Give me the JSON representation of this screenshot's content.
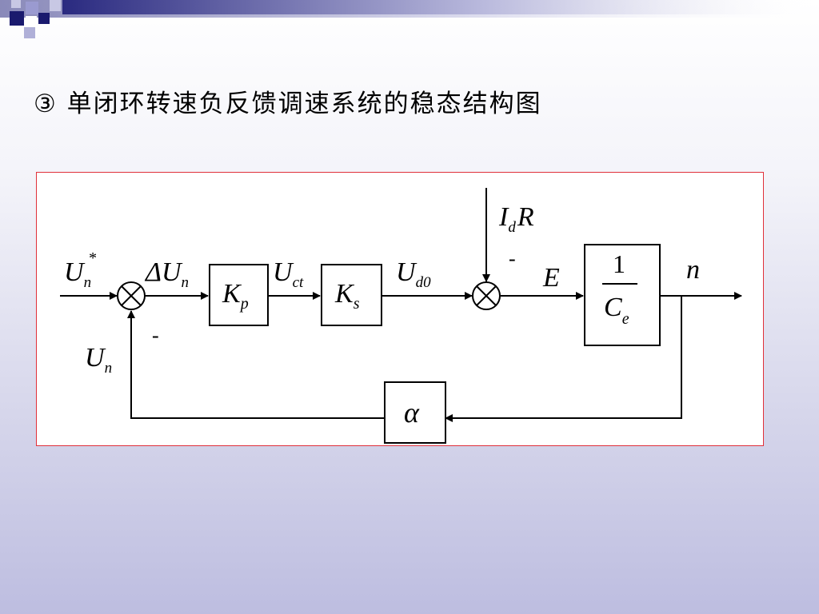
{
  "slide": {
    "title": "③ 单闭环转速负反馈调速系统的稳态结构图"
  },
  "diagram": {
    "blocks": [
      {
        "id": "kp",
        "symbol": "K",
        "sub": "p"
      },
      {
        "id": "ks",
        "symbol": "K",
        "sub": "s"
      },
      {
        "id": "ce",
        "numerator": "1",
        "symbol": "C",
        "sub": "e"
      },
      {
        "id": "alpha",
        "symbol": "α"
      }
    ],
    "signals": {
      "un_star": {
        "symbol": "U",
        "sub": "n",
        "sup": "*"
      },
      "delta_un": {
        "symbol": "ΔU",
        "sub": "n"
      },
      "uct": {
        "symbol": "U",
        "sub": "ct"
      },
      "ud0": {
        "symbol": "U",
        "sub": "d0"
      },
      "idr": {
        "symbol": "I",
        "sub": "d",
        "tail": "R"
      },
      "e": {
        "symbol": "E"
      },
      "n": {
        "symbol": "n"
      },
      "un": {
        "symbol": "U",
        "sub": "n"
      }
    },
    "signs": {
      "feedback_minus": "-",
      "disturbance_minus": "-"
    }
  },
  "colors": {
    "panel_border": "#e0303a",
    "deco_dark": "#1a1a6e",
    "deco_light": "#9a9ad0",
    "bg_bottom": "#bdbde0"
  }
}
